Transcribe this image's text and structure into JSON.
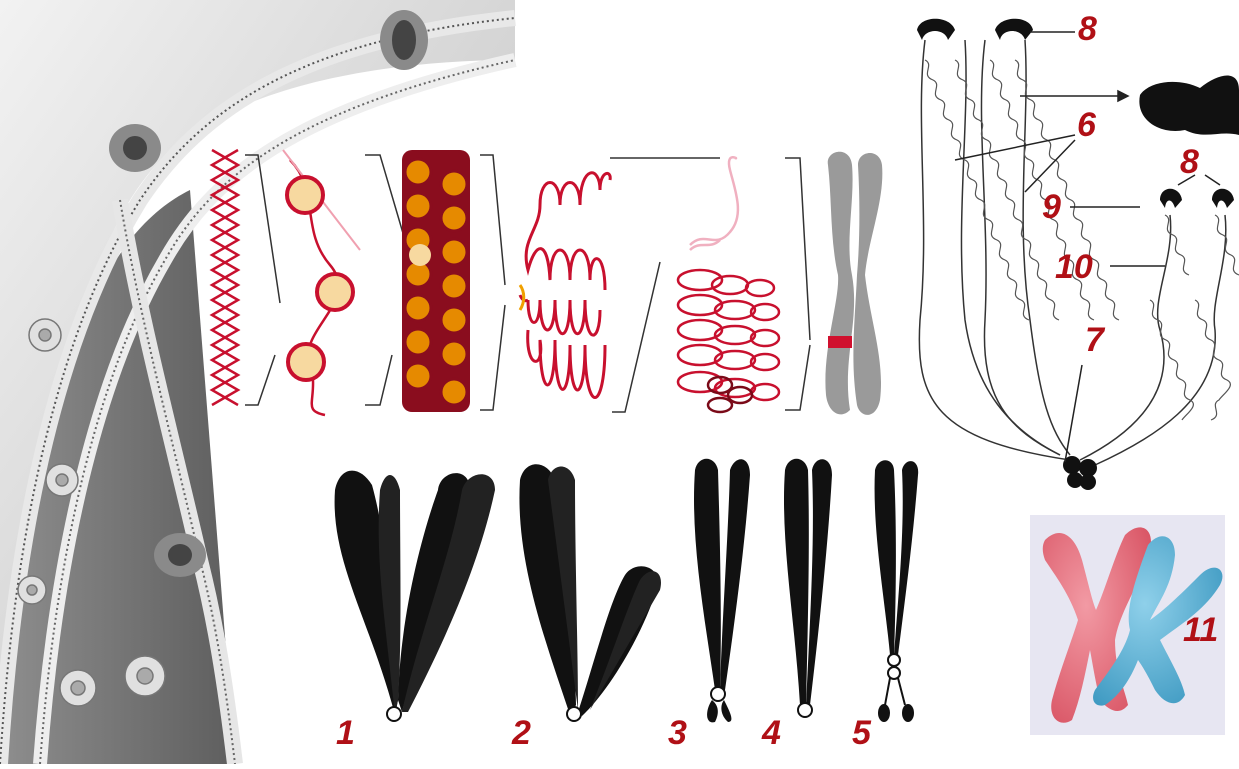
{
  "labels": {
    "n1": "1",
    "n2": "2",
    "n3": "3",
    "n4": "4",
    "n5": "5",
    "n6": "6",
    "n7": "7",
    "n8a": "8",
    "n8b": "8",
    "n9": "9",
    "n10": "10",
    "n11": "11"
  },
  "colors": {
    "label": "#b01016",
    "dna": "#c8102e",
    "histone_core": "#f7d9a0",
    "nucleosome_fiber": "#e68a00",
    "chromatid": "#111111",
    "gray_chromosome": "#9a9a9a",
    "band": "#d0102e",
    "x_pink": "#e8707e",
    "x_blue": "#5fb4d6",
    "membrane_bg": "#cfcfcf"
  }
}
